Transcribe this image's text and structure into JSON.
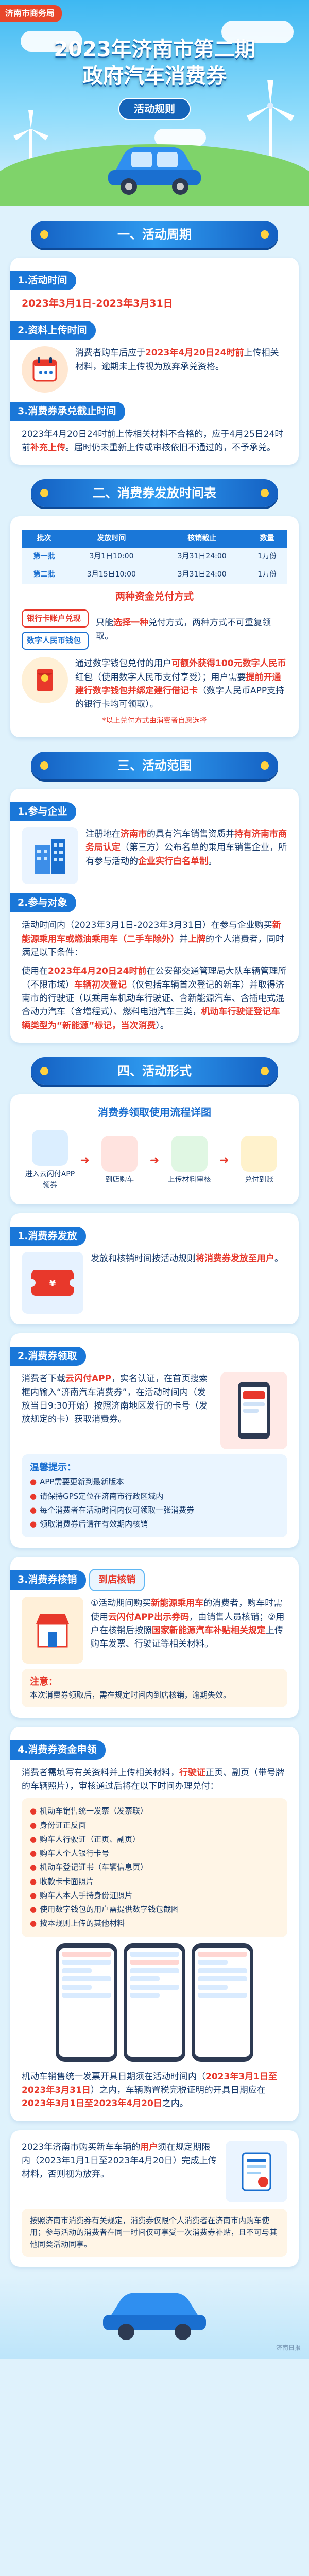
{
  "hero": {
    "tag": "济南市商务局",
    "title_line1": "2023年济南市第二期",
    "title_line2": "政府汽车消费券",
    "subtitle": "活动规则"
  },
  "sec1": {
    "heading": "一、活动周期",
    "time_label": "1.活动时间",
    "time_value": "2023年3月1日-2023年3月31日",
    "upload_label": "2.资料上传时间",
    "upload_text_a": "消费者购车后应于",
    "upload_text_red": "2023年4月20日24时前",
    "upload_text_b": "上传相关材料，逾期未上传视为放弃承兑资格。",
    "deadline_label": "3.消费券承兑截止时间",
    "deadline_text_a": "2023年4月20日24时前上传相关材料不合格的，应于4月25日24时前",
    "deadline_text_red": "补充上传",
    "deadline_text_b": "。届时仍未重新上传或审核依旧不通过的，不予承兑。"
  },
  "sec2": {
    "heading": "二、消费券发放时间表",
    "table_headers": [
      "批次",
      "发放时间",
      "核销截止",
      "数量"
    ],
    "table_rows": [
      [
        "第一批",
        "3月1日10:00",
        "3月31日24:00",
        "1万份"
      ],
      [
        "第二批",
        "3月15日10:00",
        "3月31日24:00",
        "1万份"
      ]
    ],
    "mode_title": "两种资金兑付方式",
    "mode1_box": "银行卡账户兑现",
    "mode2_box": "数字人民币钱包",
    "mode_text_a": "只能",
    "mode_text_red": "选择一种",
    "mode_text_b": "兑付方式，两种方式不可重复领取。",
    "ecny_text_a": "通过数字钱包兑付的用户",
    "ecny_text_red": "可额外获得100元数字人民币",
    "ecny_text_b": "红包（使用数字人民币支付享受）；用户需要",
    "ecny_text_red2": "提前开通建行数字钱包并绑定建行借记卡",
    "ecny_text_c": "（数字人民币APP支持的银行卡均可领取）。",
    "note": "*以上兑付方式由消费者自愿选择"
  },
  "sec3": {
    "heading": "三、活动范围",
    "company_label": "1.参与企业",
    "company_text_a": "注册地在",
    "company_text_red": "济南市",
    "company_text_b": "的具有汽车销售资质并",
    "company_text_red2": "持有济南市商务局认定",
    "company_text_c": "（第三方）公布名单的乘用车销售企业，所有参与活动的",
    "company_text_red3": "企业实行白名单制",
    "company_text_d": "。",
    "object_label": "2.参与对象",
    "object_text_a": "活动时间内（2023年3月1日-2023年3月31日）在参与企业购买",
    "object_text_red": "新能源乘用车或燃油乘用车（二手车除外）",
    "object_text_b": "并",
    "object_text_red2": "上牌",
    "object_text_c": "的个人消费者，同时满足以下条件：",
    "object_text2_a": "使用在",
    "object_text2_red": "2023年4月20日24时前",
    "object_text2_b": "在公安部交通管理局大队车辆管理所（不限市域）",
    "object_text2_red2": "车辆初次登记",
    "object_text2_c": "（仅包括车辆首次登记的新车）并取得济南市的行驶证（以乘用车机动车行驶证、含新能源汽车、含插电式混合动力汽车（含增程式）、燃料电池汽车三类，",
    "object_text2_red3": "机动车行驶证登记车辆类型为“新能源”标记，当次消费",
    "object_text2_d": "）。"
  },
  "sec4": {
    "heading": "四、活动形式",
    "flow_title": "消费券领取使用流程详图",
    "flow_steps": [
      "进入云闪付APP领券",
      "到店购车",
      "上传材料审核",
      "兑付到账"
    ],
    "issue_label": "1.消费券发放",
    "issue_text_a": "发放和核销时间按活动规则",
    "issue_text_red": "将消费券发放至用户",
    "issue_text_b": "。",
    "claim_label": "2.消费券领取",
    "claim_text_a": "消费者下载",
    "claim_text_red": "云闪付APP",
    "claim_text_b": "，实名认证，在首页搜索框内输入“济南汽车消费券”，在活动时间内（发放当日9:30开始）按照济南地区发行的卡号（发放规定的卡）获取消费券。",
    "tip_title": "温馨提示：",
    "tip_lines": [
      "APP需要更新到最新版本",
      "请保持GPS定位在济南市行政区域内",
      "每个消费者在活动时间内仅可领取一张消费券",
      "领取消费券后请在有效期内核销"
    ],
    "use_label": "3.消费券核销",
    "use_badge": "到店核销",
    "use_text_a": "①活动期间购买",
    "use_text_red": "新能源乘用车",
    "use_text_b": "的消费者，购车时需使用",
    "use_text_red2": "云闪付APP出示券码",
    "use_text_c": "，由销售人员核销；②用户在核销后按照",
    "use_text_red3": "国家新能源汽车补贴相关规定",
    "use_text_d": "上传购车发票、行驶证等相关材料。",
    "attention_title": "注意：",
    "attention_text": "本次消费券领取后，需在规定时间内到店核销，逾期失效。"
  },
  "sec5": {
    "upload_label": "4.消费券资金申领",
    "upload_intro_a": "消费者需填写有关资料并上传相关材料，",
    "upload_intro_red": "行驶证",
    "upload_intro_b": "正页、副页（带号牌的车辆照片），审核通过后将在以下时间办理兑付：",
    "materials": [
      "机动车销售统一发票（发票联）",
      "身份证正反面",
      "购车人行驶证（正页、副页）",
      "购车人个人银行卡号",
      "机动车登记证书（车辆信息页）",
      "收款卡卡面照片",
      "购车人本人手持身份证照片",
      "使用数字钱包的用户需提供数字钱包截图",
      "按本规则上传的其他材料"
    ],
    "final_text_a": "机动车销售统一发票开具日期须在活动时间内（",
    "final_text_red": "2023年3月1日至2023年3月31日",
    "final_text_b": "）之内，车辆购置税完税证明的开具日期应在",
    "final_text_red2": "2023年3月1日至2023年4月20日",
    "final_text_c": "之内。",
    "rule_text_a": "2023年济南市购买新车车辆的",
    "rule_text_red": "用户",
    "rule_text_b": "须在规定期限内（2023年1月1日至2023年4月20日）完成上传材料，否则视为放弃。",
    "warn_text": "按照济南市消费券有关规定，消费券仅限个人消费者在济南市内购车使用；参与活动的消费者在同一时间仅可享受一次消费券补贴，且不可与其他同类活动同享。"
  },
  "footer": {
    "logo": "济南日报"
  }
}
